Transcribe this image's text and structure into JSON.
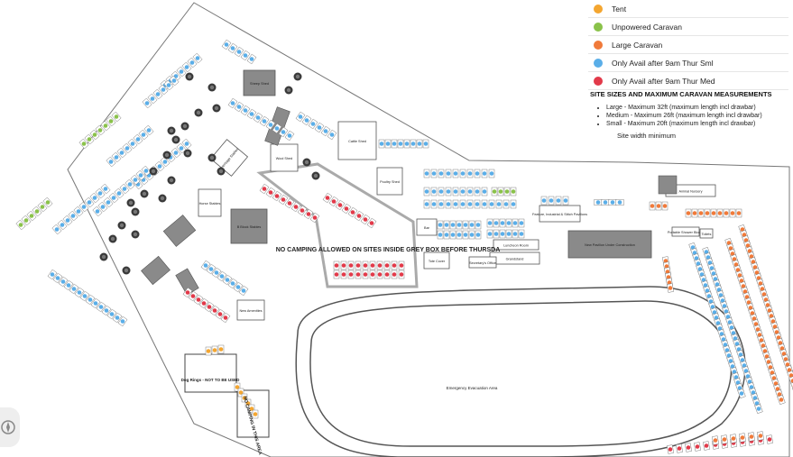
{
  "legend": [
    {
      "label": "Tent",
      "color": "#f4a630"
    },
    {
      "label": "Unpowered Caravan",
      "color": "#8ac24a"
    },
    {
      "label": "Large Caravan",
      "color": "#f07a3a"
    },
    {
      "label": "Only Avail after 9am Thur Sml",
      "color": "#5aaee8"
    },
    {
      "label": "Only Avail after 9am Thur Med",
      "color": "#e23a4a"
    }
  ],
  "sizes": {
    "heading": "SITE SIZES AND MAXIMUM CARAVAN MEASUREMENTS",
    "items": [
      "Large - Maximum 32ft (maximum length incl drawbar)",
      "Medium - Maximum 26ft (maximum length incl drawbar)",
      "Small - Maximum 20ft (maximum length incl drawbar)"
    ],
    "minimum": "Site width minimum"
  },
  "map": {
    "notice": "NO CAMPING ALLOWED ON SITES INSIDE GREY BOX BEFORE THURSDA",
    "dog_rings": "Dog Rings - NOT TO BE USED",
    "no_camping_area": "NO CAMPING IN THIS AREA",
    "emergency": "Emergency Evacuation Area",
    "buildings": [
      "Sheep Shed",
      "Cattle Shed",
      "Poultry Shed",
      "Wool Shed",
      "Heritage Stables",
      "Horse Stables",
      "B Block Stables",
      "Animal Nursery",
      "Bar",
      "Tote Cover",
      "Luncheon Room",
      "Grandstand",
      "Secretary's Office",
      "Feature, Industrial & Stitch Pavilions",
      "New Pavilion Under Construction",
      "New Amenities",
      "Portable Shower Blocks",
      "Toilets"
    ],
    "colors": {
      "tent": "#f4a630",
      "unpowered": "#8ac24a",
      "large": "#f07a3a",
      "small": "#5aaee8",
      "medium": "#e23a4a",
      "building": "#8a8a8a",
      "track": "#555555"
    }
  }
}
